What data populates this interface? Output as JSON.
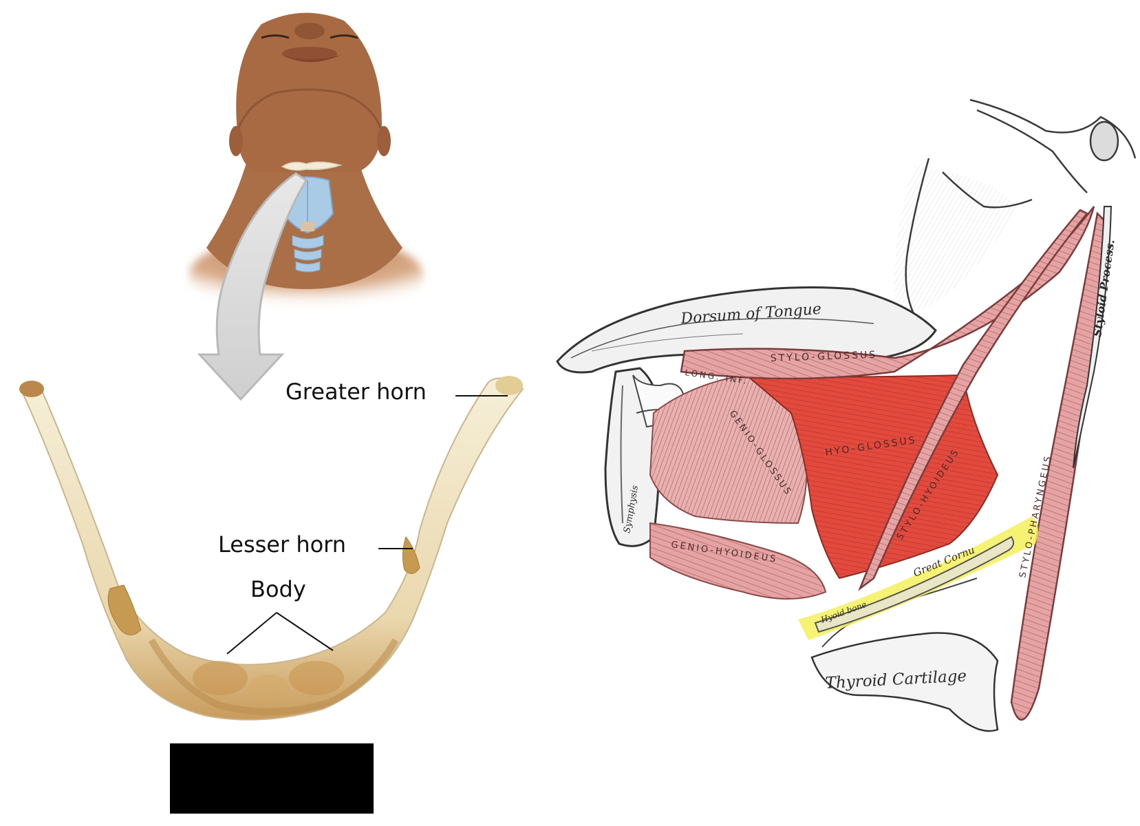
{
  "hyoid_photo": {
    "labels": {
      "greater_horn": "Greater horn",
      "lesser_horn": "Lesser horn",
      "body": "Body"
    }
  },
  "gray_illustration": {
    "labels": {
      "dorsum_of_tongue": "Dorsum of Tongue",
      "styloglossus": "STYLO-GLOSSUS",
      "long_inf": "LONG. INF.",
      "genioglossus": "GENIO-GLOSSUS",
      "hyoglossus": "HYO-GLOSSUS",
      "stylohyoideus": "STYLO-HYOIDEUS",
      "stylopharyngeus": "STYLO-PHARYNGEUS",
      "styloid_process": "Styloid Process.",
      "geniohyoideus": "GENIO-HYOIDEUS",
      "symphysis": "Symphysis",
      "great_cornu": "Great Cornu",
      "hyoid_bone": "Hyoid bone",
      "thyroid_cartilage": "Thyroid Cartilage"
    }
  },
  "colors": {
    "highlight": "#f4f05a",
    "muscle": "#e8a0a0",
    "hyoglossus": "#e0473c",
    "bone": "#efe3c0",
    "laryngeal": "#a9cbe6",
    "skin": "#b07650"
  }
}
